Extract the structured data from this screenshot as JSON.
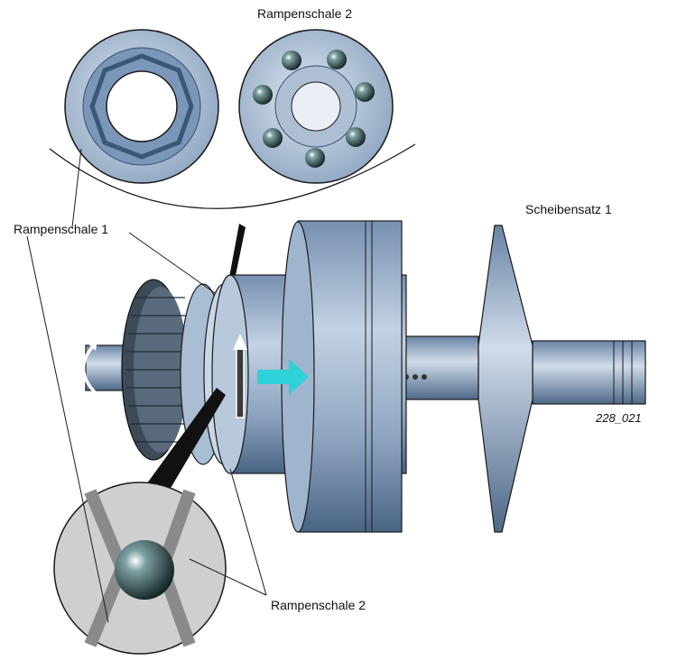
{
  "labels": {
    "top_ring": "Rampenschale 2",
    "left_ring": "Rampenschale 1",
    "bottom_ring": "Rampenschale 2",
    "pulley": "Scheibensatz 1",
    "figure_number": "228_021"
  },
  "colors": {
    "steel_light": "#c9d7e6",
    "steel_mid": "#8aa2bd",
    "steel_dark": "#4f6b8b",
    "ball_dark": "#1f3333",
    "arrow_cyan": "#2fd2d8",
    "outline": "#1a1a1a",
    "detail_grey": "#b5b5b5"
  },
  "icons": {
    "thrust_arrow": "arrow-right-icon",
    "rotation_arrow": "rotation-arrow-icon"
  }
}
